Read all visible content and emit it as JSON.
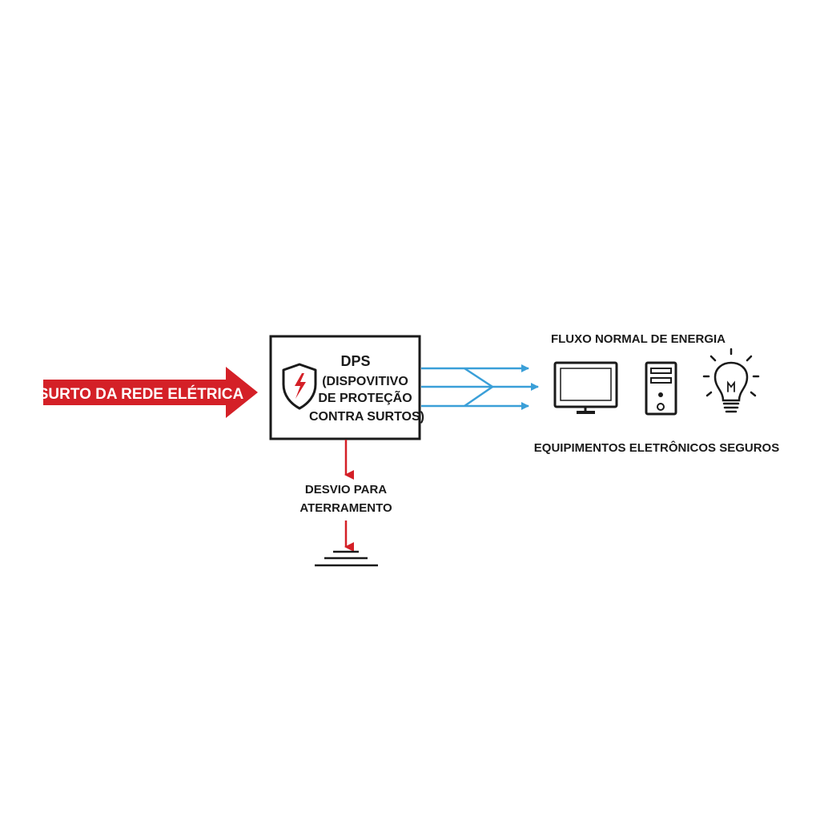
{
  "surge": {
    "label": "SURTO DA REDE ELÉTRICA",
    "color": "#d42027"
  },
  "dps": {
    "title": "DPS",
    "line1": "(DISPOVITIVO",
    "line2": "DE PROTEÇÃO",
    "line3": "CONTRA SURTOS)",
    "icon": "shield-lightning-icon",
    "border_color": "#1a1a1a",
    "accent": "#d42027"
  },
  "ground": {
    "line1": "DESVIO PARA",
    "line2": "ATERRAMENTO",
    "arrow_color": "#d42027",
    "icon": "ground-symbol-icon"
  },
  "flow": {
    "label": "FLUXO NORMAL DE ENERGIA",
    "color": "#3a9fd8"
  },
  "equipment": {
    "label": "EQUIPIMENTOS ELETRÔNICOS SEGUROS",
    "icons": [
      "monitor-icon",
      "computer-tower-icon",
      "light-bulb-icon"
    ]
  },
  "text_color": "#1a1a1a"
}
